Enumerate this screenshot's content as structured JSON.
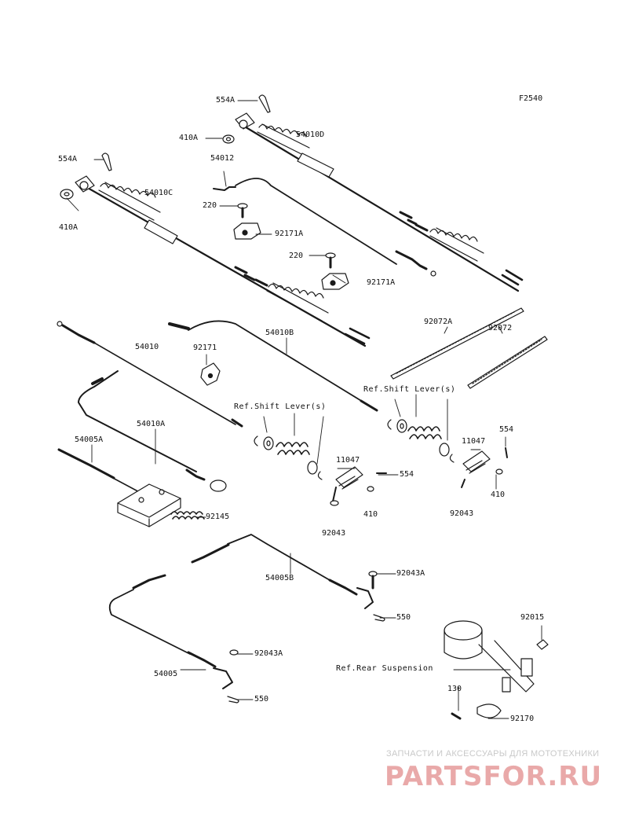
{
  "figure_code": "F2540",
  "labels": {
    "p554a_top": "554A",
    "p410a_top": "410A",
    "p54010d": "54010D",
    "p54012": "54012",
    "p554a_left": "554A",
    "p54010c": "54010C",
    "p410a_left": "410A",
    "p220_a": "220",
    "p92171a_a": "92171A",
    "p220_b": "220",
    "p92171a_b": "92171A",
    "p92072a": "92072A",
    "p92072": "92072",
    "p54010": "54010",
    "p92171": "92171",
    "p54010b": "54010B",
    "p54010a": "54010A",
    "p54005a": "54005A",
    "p92145": "92145",
    "p11047_a": "11047",
    "p554_a": "554",
    "p410_a": "410",
    "p92043_a": "92043",
    "p554_b": "554",
    "p11047_b": "11047",
    "p410_b": "410",
    "p92043_b": "92043",
    "p54005b": "54005B",
    "p92043a_a": "92043A",
    "p550_a": "550",
    "p92015": "92015",
    "p92043a_b": "92043A",
    "p54005": "54005",
    "p550_b": "550",
    "p130": "130",
    "p92170": "92170"
  },
  "references": {
    "shift_lever_left": "Ref.Shift Lever(s)",
    "shift_lever_right": "Ref.Shift Lever(s)",
    "rear_suspension": "Ref.Rear Suspension"
  },
  "watermark": {
    "tagline": "ЗАПЧАСТИ И АКСЕССУАРЫ ДЛЯ МОТОТЕХНИКИ",
    "brand": "PARTSFOR.RU"
  },
  "colors": {
    "line": "#1a1a1a",
    "watermark": "#e9a9a9"
  }
}
